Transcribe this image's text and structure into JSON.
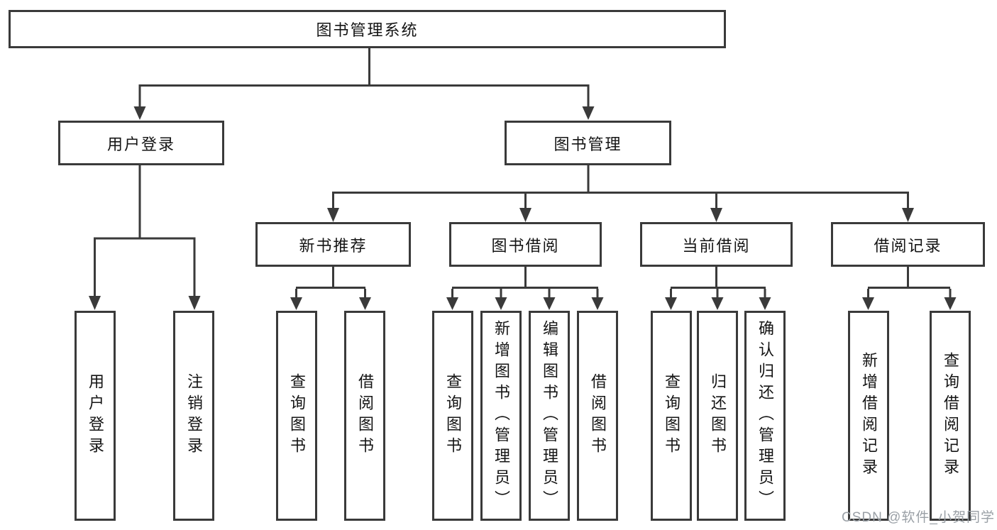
{
  "diagram_title": "图书管理系统",
  "tree": {
    "root": {
      "label": "图书管理系统"
    },
    "children": [
      {
        "label": "用户登录",
        "children": [
          {
            "label": "用户登录"
          },
          {
            "label": "注销登录"
          }
        ]
      },
      {
        "label": "图书管理",
        "children": [
          {
            "label": "新书推荐",
            "children": [
              {
                "label": "查询图书"
              },
              {
                "label": "借阅图书"
              }
            ]
          },
          {
            "label": "图书借阅",
            "children": [
              {
                "label": "查询图书"
              },
              {
                "label": "新增图书（管理员）"
              },
              {
                "label": "编辑图书（管理员）"
              },
              {
                "label": "借阅图书"
              }
            ]
          },
          {
            "label": "当前借阅",
            "children": [
              {
                "label": "查询图书"
              },
              {
                "label": "归还图书"
              },
              {
                "label": "确认归还（管理员）"
              }
            ]
          },
          {
            "label": "借阅记录",
            "children": [
              {
                "label": "新增借阅记录"
              },
              {
                "label": "查询借阅记录"
              }
            ]
          }
        ]
      }
    ]
  },
  "watermark": {
    "text": "CSDN @软件_小贺同学"
  },
  "colors": {
    "line": "#3a3a3a",
    "text": "#141414",
    "background": "#ffffff",
    "watermark": "#9aa0a6"
  }
}
